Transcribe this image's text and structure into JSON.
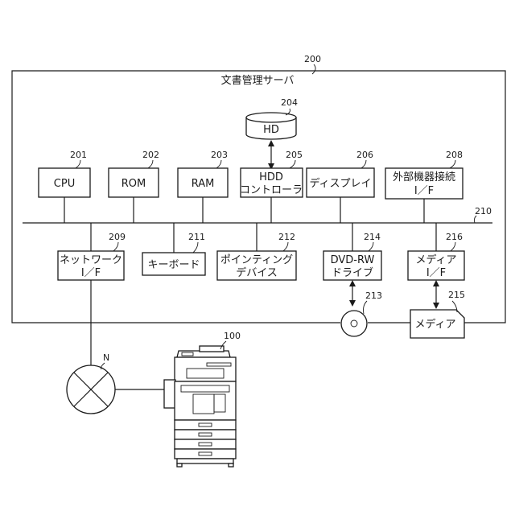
{
  "server": {
    "ref": "200",
    "title": "文書管理サーバ"
  },
  "hd": {
    "ref": "204",
    "label": "HD"
  },
  "blocks": [
    {
      "id": "cpu",
      "ref": "201",
      "lines": [
        "CPU"
      ]
    },
    {
      "id": "rom",
      "ref": "202",
      "lines": [
        "ROM"
      ]
    },
    {
      "id": "ram",
      "ref": "203",
      "lines": [
        "RAM"
      ]
    },
    {
      "id": "hdd",
      "ref": "205",
      "lines": [
        "HDD",
        "コントローラ"
      ]
    },
    {
      "id": "display",
      "ref": "206",
      "lines": [
        "ディスプレイ"
      ]
    },
    {
      "id": "ext",
      "ref": "208",
      "lines": [
        "外部機器接続",
        "I／F"
      ]
    },
    {
      "id": "net",
      "ref": "209",
      "lines": [
        "ネットワーク",
        "I／F"
      ]
    },
    {
      "id": "kbd",
      "ref": "211",
      "lines": [
        "キーボード"
      ]
    },
    {
      "id": "ptr",
      "ref": "212",
      "lines": [
        "ポインティング",
        "デバイス"
      ]
    },
    {
      "id": "dvd",
      "ref": "214",
      "lines": [
        "DVD-RW",
        "ドライブ"
      ]
    },
    {
      "id": "mif",
      "ref": "216",
      "lines": [
        "メディア",
        "I／F"
      ]
    }
  ],
  "bus": {
    "ref": "210"
  },
  "disc": {
    "ref": "213"
  },
  "media": {
    "ref": "215",
    "label": "メディア"
  },
  "network": {
    "label": "N"
  },
  "printer": {
    "ref": "100"
  }
}
